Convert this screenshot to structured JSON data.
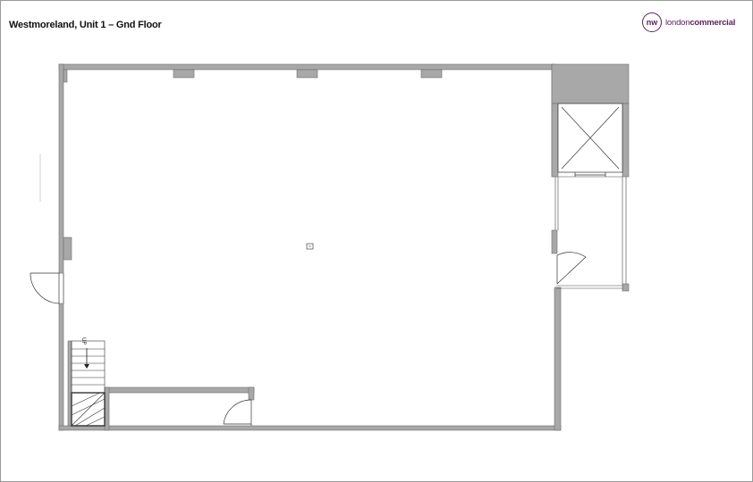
{
  "title": "Westmoreland, Unit 1 – Gnd Floor",
  "logo": {
    "badge": "nw",
    "text_light": "london",
    "text_bold": "commercial",
    "brand_color": "#5a1f5e"
  },
  "stairs": {
    "label": "UP"
  },
  "colors": {
    "wall": "#a8a8a8",
    "wall_edge": "#6e6e6e",
    "line": "#333333"
  },
  "icons": [
    "stair-arrow-icon",
    "door-swing-icon",
    "lift-shaft-icon",
    "column-icon"
  ]
}
